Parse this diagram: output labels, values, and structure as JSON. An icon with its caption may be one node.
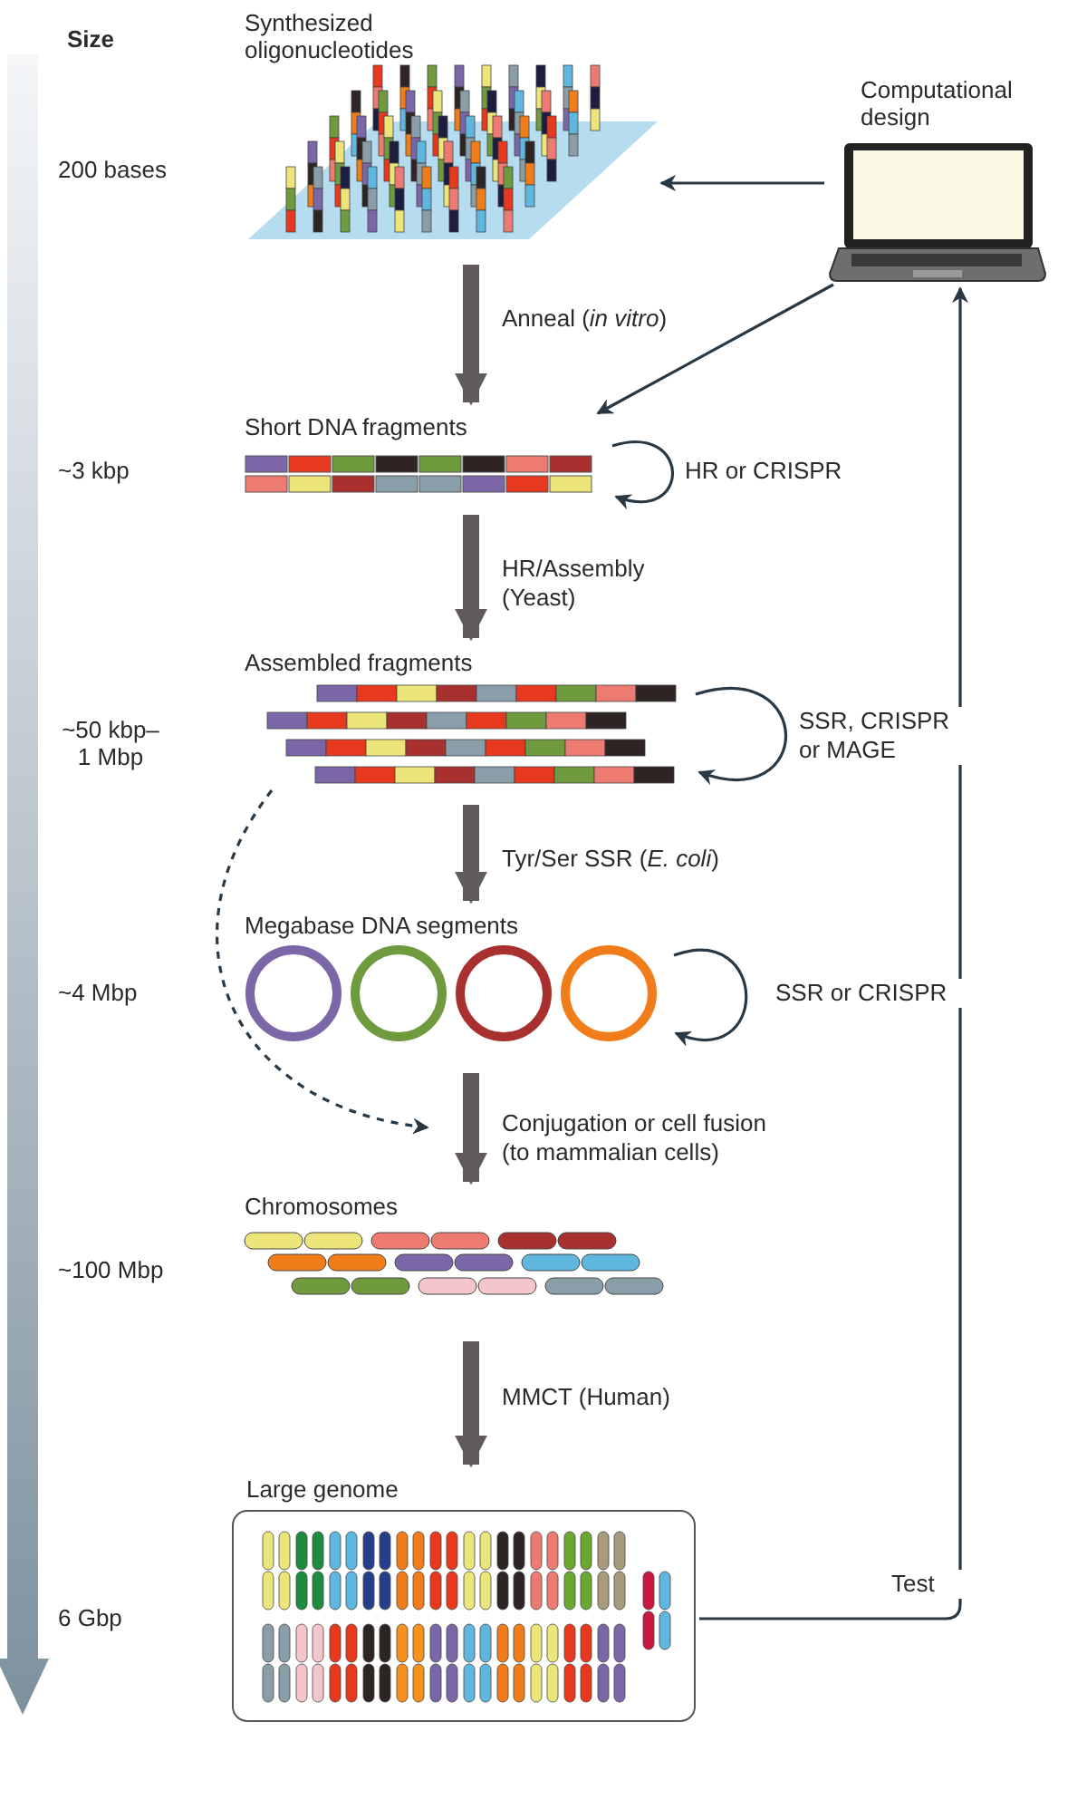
{
  "diagram": {
    "nodes": [
      {
        "text": [
          "Synthesized oligonucleotides"
        ]
      },
      {
        "text": [
          "Computational design"
        ]
      },
      {
        "text": [
          "Short DNA fragments"
        ]
      },
      {
        "text": [
          "Assembled fragments"
        ]
      },
      {
        "text": [
          "Megabase DNA segments"
        ]
      },
      {
        "text": [
          "Chromosomes"
        ]
      },
      {
        "text": [
          "Large genome"
        ]
      }
    ],
    "edges": [
      {
        "from": 1,
        "to": 0,
        "arrow": "to"
      },
      {
        "from": 0,
        "to": 2,
        "arrow": "to",
        "label": "Anneal (*in vitro*)",
        "style": "thick",
        "color": "#615b5c"
      },
      {
        "from": 1,
        "to": 2,
        "arrow": "to"
      },
      {
        "from": 2,
        "to": 2,
        "arrow": "to",
        "label": "HR or CRISPR"
      },
      {
        "from": 2,
        "to": 3,
        "arrow": "to",
        "label": "HR/Assembly (Yeast)",
        "style": "thick",
        "color": "#615b5c"
      },
      {
        "from": 3,
        "to": 3,
        "arrow": "to",
        "label": "SSR, CRISPR or MAGE"
      },
      {
        "from": 3,
        "to": 4,
        "arrow": "to",
        "label": "Tyr/Ser SSR (*E. coli*)",
        "style": "thick",
        "color": "#615b5c"
      },
      {
        "from": 4,
        "to": 4,
        "arrow": "to",
        "label": "SSR or CRISPR"
      },
      {
        "from": 3,
        "to": null,
        "arrow": "to",
        "style": "dashed"
      },
      {
        "from": 4,
        "to": 5,
        "arrow": "to",
        "label": "Conjugation or cell fusion (to mammalian cells)",
        "style": "thick",
        "color": "#615b5c"
      },
      {
        "from": 5,
        "to": 6,
        "arrow": "to",
        "label": "MMCT (Human)",
        "style": "thick",
        "color": "#615b5c"
      },
      {
        "from": 6,
        "to": 1,
        "arrow": "to",
        "label": "Test"
      }
    ],
    "labels": [
      "Size",
      "200 bases",
      "~3 kbp",
      "~50 kbp– 1 Mbp",
      "~4 Mbp",
      "~100 Mbp",
      "6 Gbp"
    ]
  }
}
